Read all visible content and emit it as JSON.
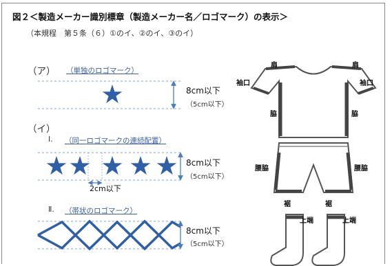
{
  "header": {
    "title": "図２＜製造メーカー識別標章（製造メーカー名／ロゴマーク）の表示＞",
    "subtitle": "（本規程　第５条（６）①のイ、②のイ、③のイ）"
  },
  "section_a": {
    "label": "（ア）",
    "caption": "（単独のロゴマーク）",
    "size_main": "8cm以下",
    "size_sub": "（5cm以下）"
  },
  "section_i": {
    "label": "（イ）",
    "sub1": {
      "num": "Ⅰ.",
      "caption": "（同一ロゴマークの連続配置）",
      "size_main": "8cm以下",
      "size_sub": "（5cm以下）",
      "gap_label": "2cm以下"
    },
    "sub2": {
      "num": "Ⅱ.",
      "caption": "（帯状のロゴマーク）",
      "size_main": "8cm以下",
      "size_sub": "（5cm以下）"
    }
  },
  "garment_labels": {
    "shoulder_left": "肩",
    "shoulder_right": "肩",
    "cuff_left": "袖口",
    "cuff_right": "袖口",
    "side_left": "脇",
    "side_right": "脇",
    "waist_left": "腰脇",
    "waist_right": "腰脇",
    "hem_left": "裾",
    "hem_right": "裾",
    "sock_top_left": "上端",
    "sock_top_right": "上端"
  },
  "colors": {
    "star": "#2f5fa8",
    "dashed_line": "#7fa6d6",
    "arrow": "#4a7cc0",
    "garment_stripe": "#333333",
    "garment_outline": "#555555"
  }
}
